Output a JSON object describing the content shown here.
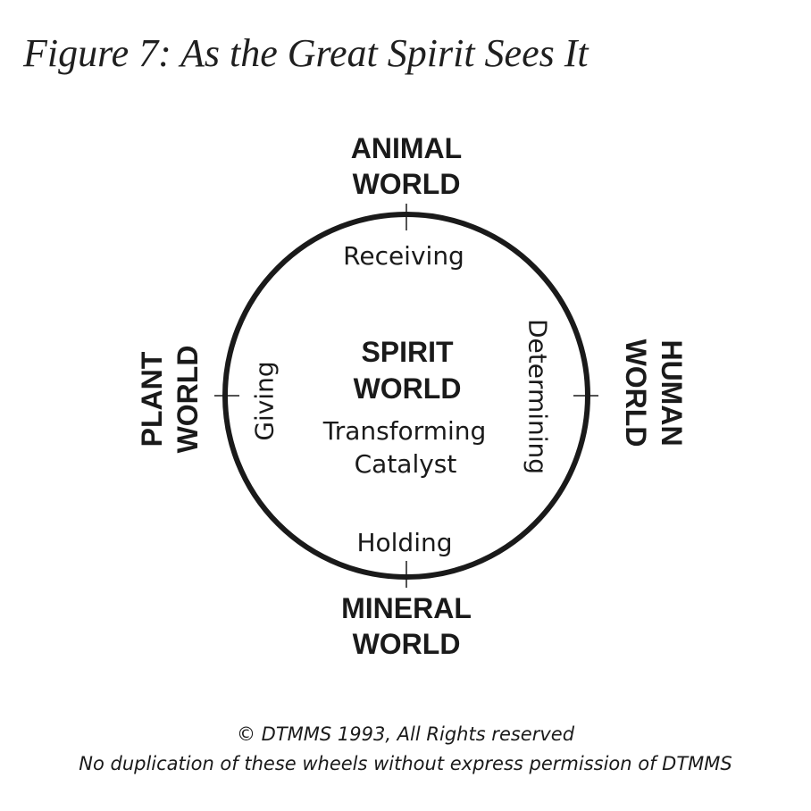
{
  "figure": {
    "title": "Figure 7: As the Great Spirit Sees It"
  },
  "wheel": {
    "north": {
      "line1": "ANIMAL",
      "line2": "WORLD",
      "quality": "Receiving"
    },
    "east": {
      "line1": "HUMAN",
      "line2": "WORLD",
      "quality": "Determining"
    },
    "south": {
      "line1": "MINERAL",
      "line2": "WORLD",
      "quality": "Holding"
    },
    "west": {
      "line1": "PLANT",
      "line2": "WORLD",
      "quality": "Giving"
    },
    "center": {
      "line1": "SPIRIT",
      "line2": "WORLD",
      "line3": "Transforming",
      "line4": "Catalyst"
    },
    "colors": {
      "ink": "#1a1a1a",
      "background": "#ffffff"
    }
  },
  "footer": {
    "copyright": "© DTMMS 1993, All Rights reserved",
    "notice": "No duplication of these wheels without express permission of DTMMS"
  }
}
